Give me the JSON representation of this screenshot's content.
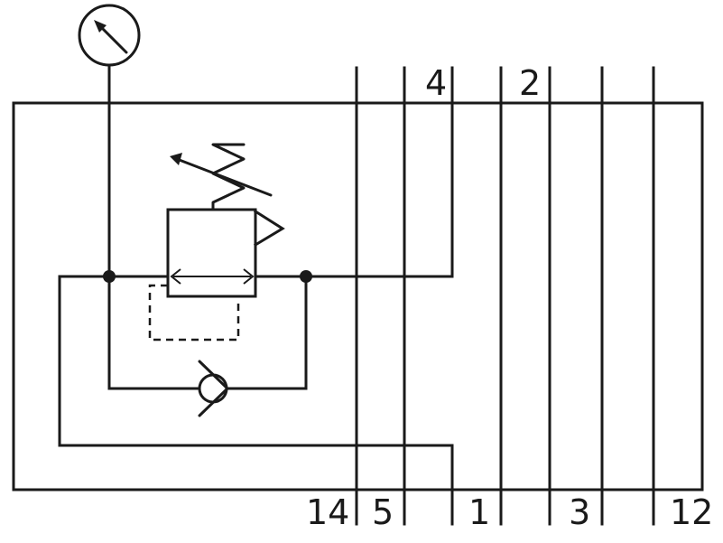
{
  "diagram": {
    "ports": {
      "top": [
        "4",
        "2"
      ],
      "bottom": [
        "14",
        "5",
        "1",
        "3",
        "12"
      ]
    },
    "colors": {
      "line": "#1a1a1a",
      "background": "#ffffff"
    }
  }
}
